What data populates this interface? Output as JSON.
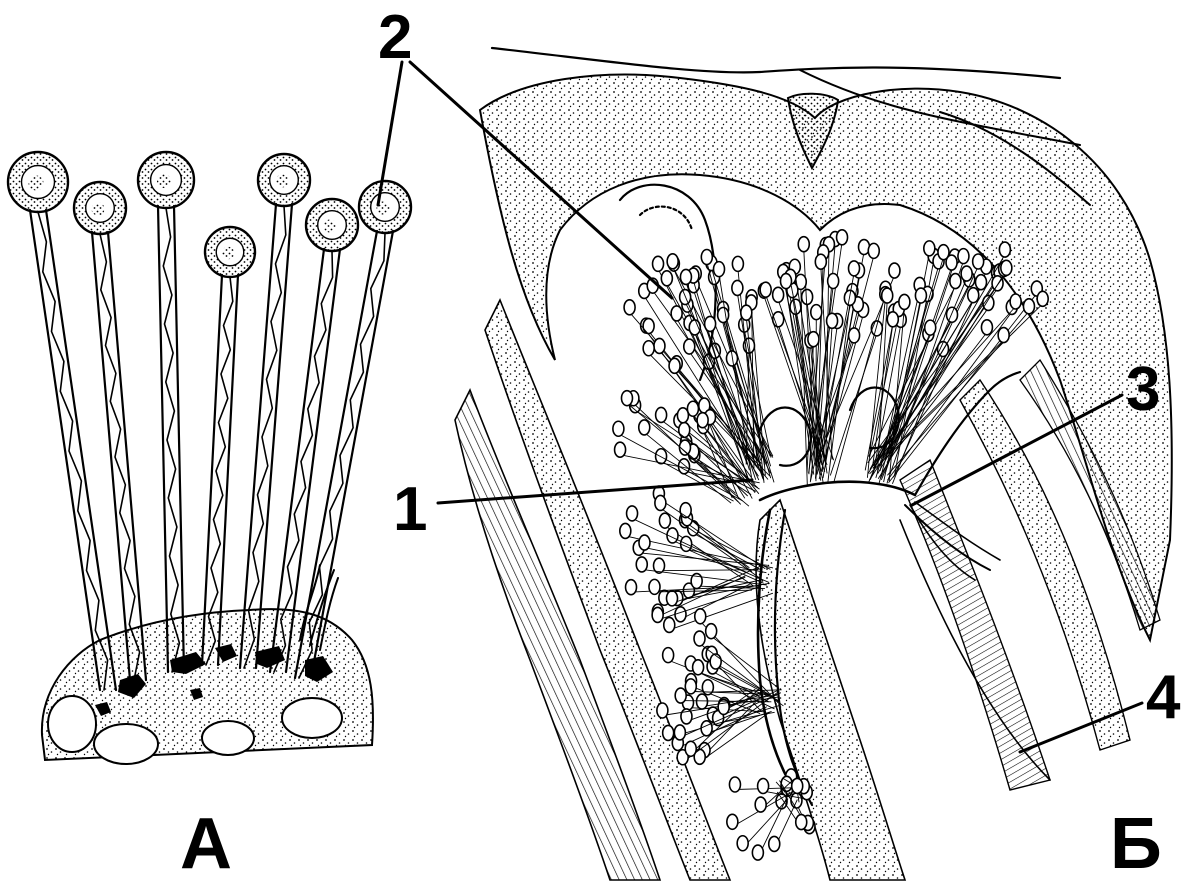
{
  "figure": {
    "panels": [
      {
        "id": "A",
        "label": "А"
      },
      {
        "id": "B",
        "label": "Б"
      }
    ],
    "callouts": [
      {
        "id": "1",
        "label": "1"
      },
      {
        "id": "2",
        "label": "2"
      },
      {
        "id": "3",
        "label": "3"
      },
      {
        "id": "4",
        "label": "4"
      }
    ],
    "colors": {
      "ink": "#000000",
      "paper": "#ffffff"
    }
  }
}
